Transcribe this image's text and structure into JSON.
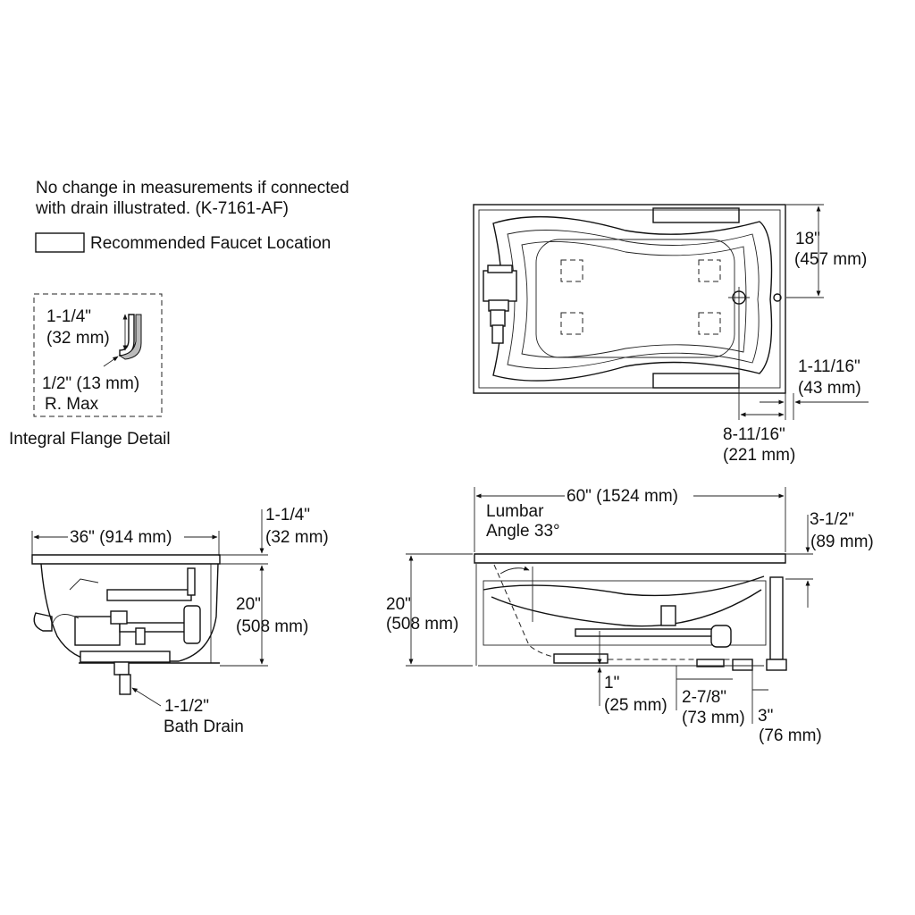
{
  "notes": {
    "line1": "No change in measurements if connected",
    "line2": "with drain illustrated. (K-7161-AF)",
    "legend": "Recommended Faucet Location"
  },
  "flange_detail": {
    "dim1_in": "1-1/4\"",
    "dim1_mm": "(32 mm)",
    "dim2_in": "1/2\" (13 mm)",
    "dim2_sub": "R. Max",
    "caption": "Integral Flange Detail"
  },
  "plan_view": {
    "dim_18_in": "18\"",
    "dim_18_mm": "(457 mm)",
    "dim_1_11_16_in": "1-11/16\"",
    "dim_1_11_16_mm": "(43 mm)",
    "dim_8_11_16_in": "8-11/16\"",
    "dim_8_11_16_mm": "(221 mm)"
  },
  "end_view": {
    "width": "36\" (914 mm)",
    "flange_in": "1-1/4\"",
    "flange_mm": "(32 mm)",
    "height_in": "20\"",
    "height_mm": "(508 mm)",
    "drain_in": "1-1/2\"",
    "drain_label": "Bath Drain"
  },
  "side_view": {
    "length": "60\" (1524 mm)",
    "lumbar1": "Lumbar",
    "lumbar2": "Angle 33°",
    "rim_in": "3-1/2\"",
    "rim_mm": "(89 mm)",
    "height_in": "20\"",
    "height_mm": "(508 mm)",
    "d1_in": "1\"",
    "d1_mm": "(25 mm)",
    "d2_in": "2-7/8\"",
    "d2_mm": "(73 mm)",
    "d3_in": "3\"",
    "d3_mm": "(76 mm)"
  }
}
